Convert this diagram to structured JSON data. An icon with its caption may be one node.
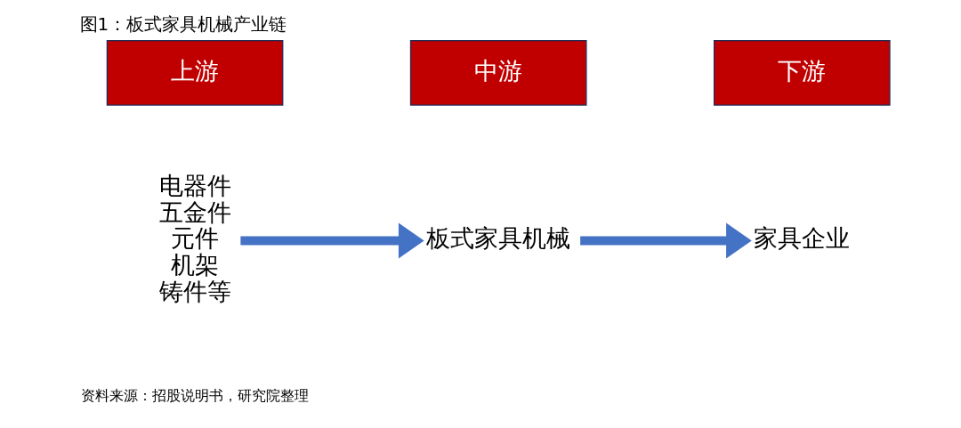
{
  "diagram": {
    "title": "图1：板式家具机械产业链",
    "caption": "资料来源：招股说明书，研究院整理",
    "nodes": [
      {
        "text": [
          "上游"
        ]
      },
      {
        "text": [
          "电器件",
          "五金件",
          "元件",
          "机架",
          "铸件等"
        ]
      },
      {
        "text": [
          "中游"
        ]
      },
      {
        "text": [
          "板式家具机械"
        ]
      },
      {
        "text": [
          "下游"
        ]
      },
      {
        "text": [
          "家具企业"
        ]
      }
    ],
    "edges": [
      {
        "from": 1,
        "to": 3,
        "arrow": "to",
        "color": "#4472c4"
      },
      {
        "from": 3,
        "to": 5,
        "arrow": "to",
        "color": "#4472c4"
      }
    ]
  }
}
